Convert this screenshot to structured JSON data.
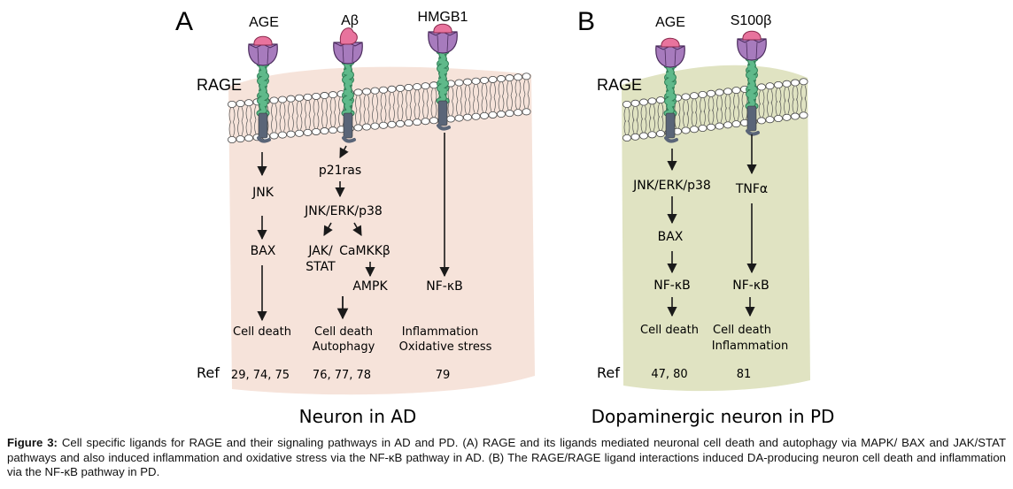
{
  "panel_a": {
    "letter": "A",
    "ligands": [
      "AGE",
      "Aβ",
      "HMGB1"
    ],
    "receptor_label": "RAGE",
    "col1": {
      "nodes": [
        "JNK",
        "BAX"
      ],
      "outcome": "Cell death",
      "ref": "29, 74, 75"
    },
    "col2": {
      "nodes": [
        "p21ras",
        "JNK/ERK/p38",
        "JAK/",
        "STAT",
        "CaMKKβ",
        "AMPK"
      ],
      "outcome": [
        "Cell death",
        "Autophagy"
      ],
      "ref": "76, 77, 78"
    },
    "col3": {
      "nodes": [
        "NF-κB"
      ],
      "outcome": [
        "Inflammation",
        "Oxidative stress"
      ],
      "ref": "79"
    },
    "ref_label": "Ref",
    "cell_label": "Neuron in AD",
    "cell_color": "#f6e3da"
  },
  "panel_b": {
    "letter": "B",
    "ligands": [
      "AGE",
      "S100β"
    ],
    "receptor_label": "RAGE",
    "col1": {
      "nodes": [
        "JNK/ERK/p38",
        "BAX",
        "NF-κB"
      ],
      "outcome": "Cell death",
      "ref": "47, 80"
    },
    "col2": {
      "nodes": [
        "TNFα",
        "NF-κB"
      ],
      "outcome": [
        "Cell death",
        "Inflammation"
      ],
      "ref": "81"
    },
    "ref_label": "Ref",
    "cell_label": "Dopaminergic neuron in PD",
    "cell_color": "#e0e3c2"
  },
  "caption": {
    "prefix": "Figure 3:",
    "text": " Cell specific ligands for RAGE and their signaling pathways in AD and PD. (A) RAGE and its ligands mediated neuronal cell death and autophagy via MAPK/ BAX and JAK/STAT pathways and also induced inflammation and oxidative stress via the NF-κB pathway in AD. (B) The RAGE/RAGE ligand interactions induced DA-producing neuron cell death and inflammation via the NF-κB pathway in PD."
  },
  "colors": {
    "receptor_head": "#a77bbd",
    "ligand": "#e8739d",
    "helix": "#5fb98a",
    "tail": "#5a6578",
    "lipid_head": "#ffffff"
  }
}
